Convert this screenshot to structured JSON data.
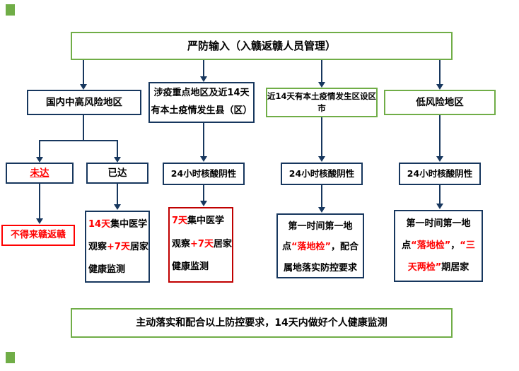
{
  "colors": {
    "green": "#70AD47",
    "navy": "#17375E",
    "red": "#FF0000",
    "darkred": "#C00000",
    "black": "#000000"
  },
  "title": "严防输入（入赣返赣人员管理）",
  "level2": {
    "high_risk": "国内中高风险地区",
    "key_counties": "涉疫重点地区及近14天有本土疫情发生县（区）",
    "outbreak_cities": "近14天有本土疫情发生区设区市",
    "low_risk": "低风险地区"
  },
  "level3": {
    "not_reached": "未达",
    "reached": "已达",
    "nat_1": "24小时核酸阴性",
    "nat_2": "24小时核酸阴性",
    "nat_3": "24小时核酸阴性"
  },
  "level4": {
    "no_entry": [
      {
        "t": "不得来赣返赣",
        "c": "red"
      }
    ],
    "quarantine_14": [
      {
        "t": "14天",
        "c": "red"
      },
      {
        "t": "集中医学观察",
        "c": "black"
      },
      {
        "t": "+7天",
        "c": "red"
      },
      {
        "t": "居家健康监测",
        "c": "black"
      }
    ],
    "quarantine_7": [
      {
        "t": "7天",
        "c": "red"
      },
      {
        "t": "集中医学观察",
        "c": "black"
      },
      {
        "t": "+7天",
        "c": "red"
      },
      {
        "t": "居家健康监测",
        "c": "black"
      }
    ],
    "landing_test": [
      {
        "t": "第一时间第一地点",
        "c": "black"
      },
      {
        "t": "“落地检”",
        "c": "red"
      },
      {
        "t": "，配合属地落实防控要求",
        "c": "black"
      }
    ],
    "landing_test_low": [
      {
        "t": "第一时间第一地点",
        "c": "black"
      },
      {
        "t": "“落地检”",
        "c": "red"
      },
      {
        "t": "，",
        "c": "black"
      },
      {
        "t": "“三天两检”",
        "c": "red"
      },
      {
        "t": "期居家",
        "c": "black"
      }
    ]
  },
  "footer": "主动落实和配合以上防控要求，14天内做好个人健康监测"
}
